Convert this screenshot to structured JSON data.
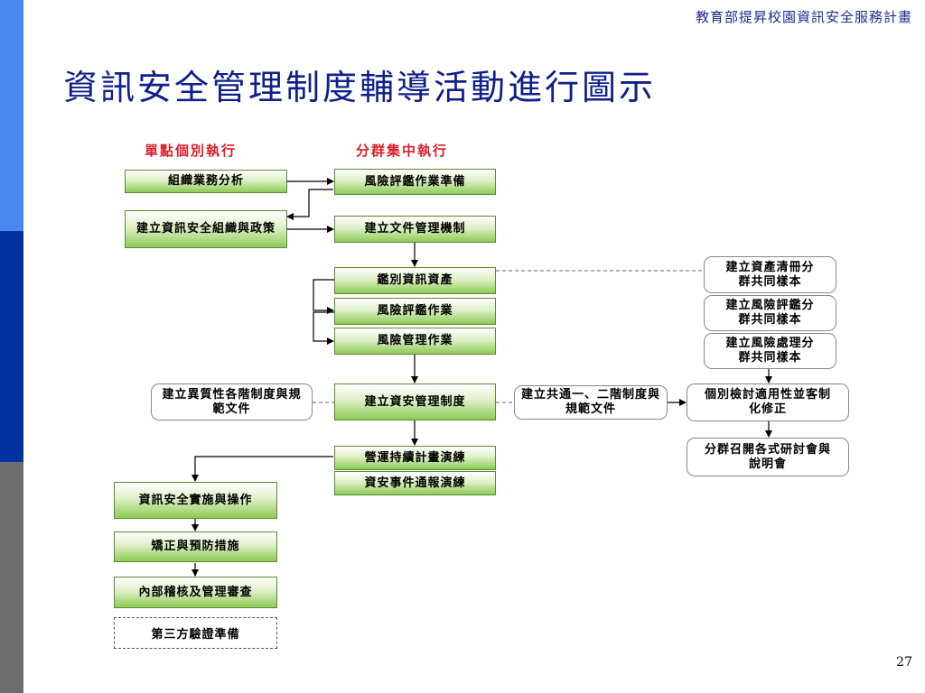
{
  "header": "教育部提昇校園資訊安全服務計畫",
  "title": "資訊安全管理制度輔導活動進行圖示",
  "columns": {
    "left": "單點個別執行",
    "middle": "分群集中執行"
  },
  "left_boxes": {
    "org_analysis": "組織業務分析",
    "build_org_policy": "建立資訊安全組織與政策",
    "implementation": "資訊安全實施與操作",
    "corrective": "矯正與預防措施",
    "internal_audit": "內部稽核及管理審查",
    "third_party": "第三方驗證準備"
  },
  "middle_boxes": {
    "risk_prep": "風險評鑑作業準備",
    "doc_mgmt": "建立文件管理機制",
    "asset_id": "鑑別資訊資產",
    "risk_assess": "風險評鑑作業",
    "risk_mgmt": "風險管理作業",
    "isms": "建立資安管理制度",
    "bcp_drill": "營運持續計畫演練",
    "incident_drill": "資安事件通報演練"
  },
  "side_boxes": {
    "heterogeneous_docs": "建立異質性各階制度與規範文件",
    "common_docs": "建立共通一、二階制度與規範文件",
    "asset_inventory": "建立資產清冊分群共同樣本",
    "risk_assess_sample": "建立風險評鑑分群共同樣本",
    "risk_treat_sample": "建立風險處理分群共同樣本",
    "customize": "個別檢討適用性並客制化修正",
    "seminar": "分群召開各式研討會與說明會"
  },
  "page_number": "27",
  "colors": {
    "sidebar_top": "#4a88ee",
    "sidebar_mid": "#0033a0",
    "sidebar_bottom": "#6e6e6e",
    "title": "#10208a",
    "column_heading": "#d8202a",
    "box_green": "#8ccb55"
  }
}
